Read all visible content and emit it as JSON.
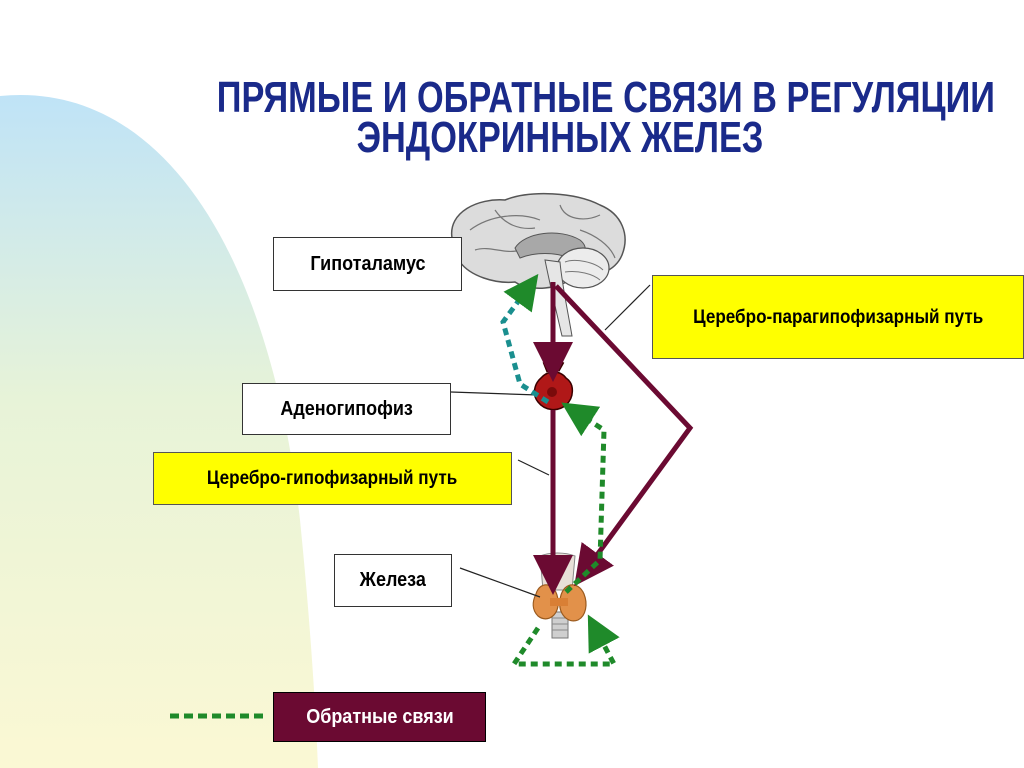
{
  "title": {
    "line1": "ПРЯМЫЕ И ОБРАТНЫЕ СВЯЗИ В РЕГУЛЯЦИИ",
    "line2": "ЭНДОКРИННЫХ ЖЕЛЕЗ"
  },
  "nodes": {
    "hypothalamus": "Гипоталамус",
    "adenohypophysis": "Аденогипофиз",
    "gland": "Железа"
  },
  "pathways": {
    "cerebro_paragypophyseal": "Церебро-парагипофизарный путь",
    "cerebro_hypophyseal": "Церебро-гипофизарный путь"
  },
  "legend": {
    "feedback": "Обратные связи"
  },
  "colors": {
    "title": "#1a2a8a",
    "direct_arrow": "#6b0a32",
    "feedback_green": "#1f8a2a",
    "feedback_teal": "#1a8f8f",
    "highlight_box": "#ffff00"
  }
}
